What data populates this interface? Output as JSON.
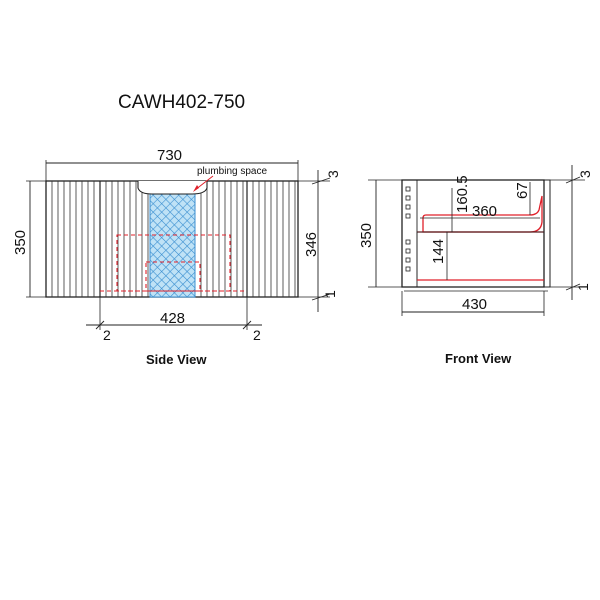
{
  "title": "CAWH402-750",
  "side_view": {
    "caption": "Side View",
    "note": "plumbing space",
    "dims": {
      "overall_width": "730",
      "height": "350",
      "inner_height": "346",
      "top_gap": "3",
      "bottom_gap": "1",
      "inner_width": "428",
      "left_offset": "2",
      "right_offset": "2"
    }
  },
  "front_view": {
    "caption": "Front View",
    "dims": {
      "height": "350",
      "depth": "430",
      "top_gap": "3",
      "bottom_gap": "1",
      "drawer_depth": "360",
      "upper_height": "160.5",
      "top_offset": "67",
      "lower_height": "144"
    }
  },
  "colors": {
    "line": "#222222",
    "plumbing": "#4aa3d8",
    "hidden": "#e0202a"
  }
}
